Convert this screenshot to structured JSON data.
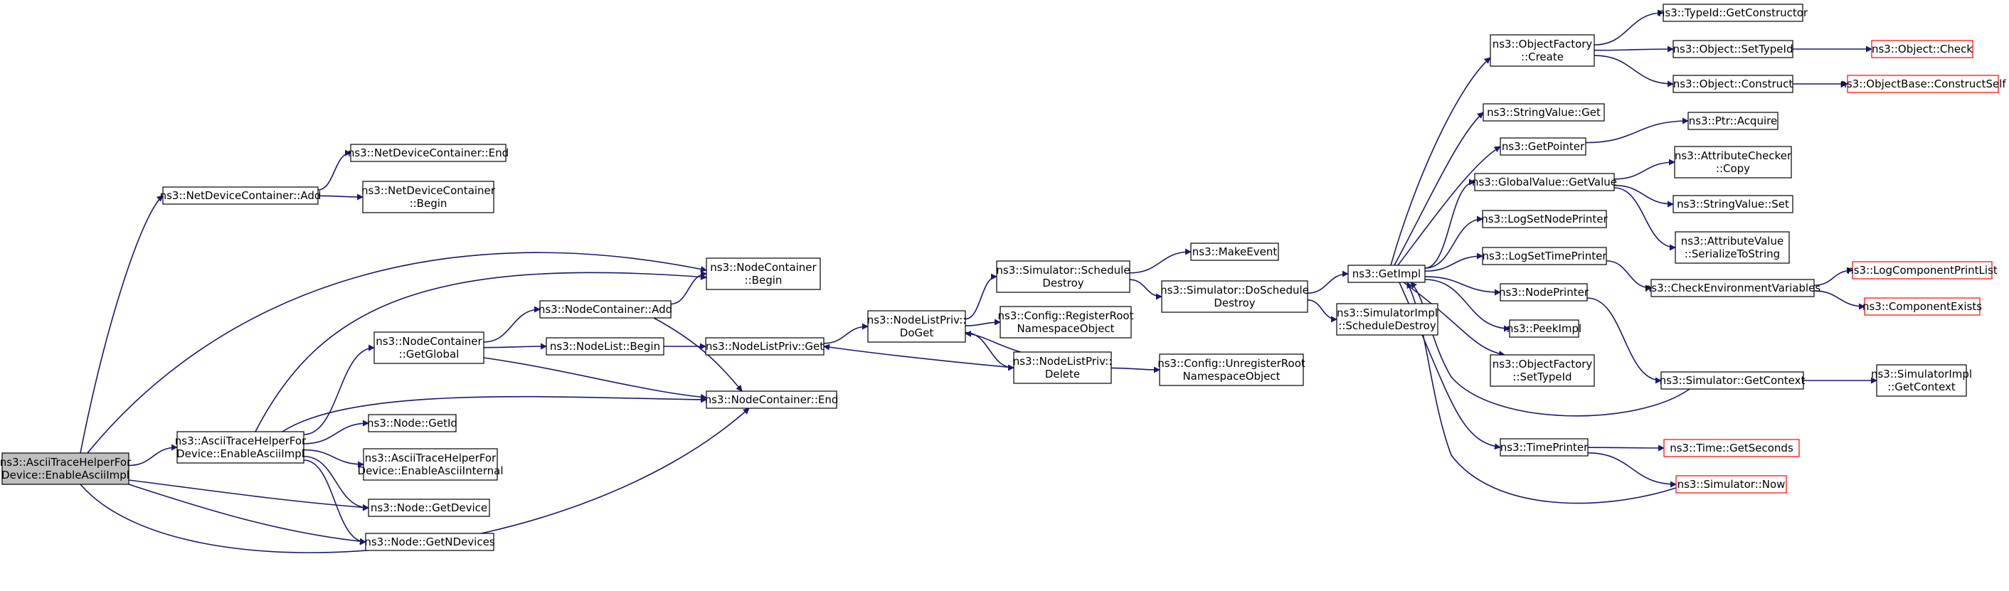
{
  "colors": {
    "edge": "#191970",
    "node_border": "#000000",
    "node_fill": "#ffffff",
    "root_fill": "#bfbfbf",
    "truncated_border": "#ff0000"
  },
  "nodes": [
    {
      "id": "root",
      "label": [
        "ns3::AsciiTraceHelperFor",
        "Device::EnableAsciiImpl"
      ],
      "root": true
    },
    {
      "id": "ndc_add",
      "label": [
        "ns3::NetDeviceContainer::Add"
      ]
    },
    {
      "id": "ndc_end",
      "label": [
        "ns3::NetDeviceContainer::End"
      ]
    },
    {
      "id": "ndc_begin",
      "label": [
        "ns3::NetDeviceContainer",
        "::Begin"
      ]
    },
    {
      "id": "nc_begin",
      "label": [
        "ns3::NodeContainer",
        "::Begin"
      ]
    },
    {
      "id": "nc_add",
      "label": [
        "ns3::NodeContainer::Add"
      ]
    },
    {
      "id": "nc_getglobal",
      "label": [
        "ns3::NodeContainer",
        "::GetGlobal"
      ]
    },
    {
      "id": "nodelist_begin",
      "label": [
        "ns3::NodeList::Begin"
      ]
    },
    {
      "id": "nlp_get",
      "label": [
        "ns3::NodeListPriv::Get"
      ]
    },
    {
      "id": "nc_end",
      "label": [
        "ns3::NodeContainer::End"
      ]
    },
    {
      "id": "ath_impl",
      "label": [
        "ns3::AsciiTraceHelperFor",
        "Device::EnableAsciiImpl"
      ]
    },
    {
      "id": "node_getid",
      "label": [
        "ns3::Node::GetId"
      ]
    },
    {
      "id": "ath_internal",
      "label": [
        "ns3::AsciiTraceHelperFor",
        "Device::EnableAsciiInternal"
      ]
    },
    {
      "id": "node_getdevice",
      "label": [
        "ns3::Node::GetDevice"
      ]
    },
    {
      "id": "node_getndevices",
      "label": [
        "ns3::Node::GetNDevices"
      ]
    },
    {
      "id": "nlp_doget",
      "label": [
        "ns3::NodeListPriv::",
        "DoGet"
      ]
    },
    {
      "id": "sim_scheddestroy",
      "label": [
        "ns3::Simulator::Schedule",
        "Destroy"
      ]
    },
    {
      "id": "cfg_register",
      "label": [
        "ns3::Config::RegisterRoot",
        "NamespaceObject"
      ]
    },
    {
      "id": "nlp_delete",
      "label": [
        "ns3::NodeListPriv::",
        "Delete"
      ]
    },
    {
      "id": "makeevent",
      "label": [
        "ns3::MakeEvent"
      ]
    },
    {
      "id": "sim_doscheddestroy",
      "label": [
        "ns3::Simulator::DoSchedule",
        "Destroy"
      ]
    },
    {
      "id": "cfg_unregister",
      "label": [
        "ns3::Config::UnregisterRoot",
        "NamespaceObject"
      ]
    },
    {
      "id": "getimpl",
      "label": [
        "ns3::GetImpl"
      ]
    },
    {
      "id": "simimpl_scheddestroy",
      "label": [
        "ns3::SimulatorImpl",
        "::ScheduleDestroy"
      ]
    },
    {
      "id": "objfactory_create",
      "label": [
        "ns3::ObjectFactory",
        "::Create"
      ]
    },
    {
      "id": "stringvalue_get",
      "label": [
        "ns3::StringValue::Get"
      ]
    },
    {
      "id": "getpointer",
      "label": [
        "ns3::GetPointer"
      ]
    },
    {
      "id": "globalvalue_getvalue",
      "label": [
        "ns3::GlobalValue::GetValue"
      ]
    },
    {
      "id": "logsetnodeprinter",
      "label": [
        "ns3::LogSetNodePrinter"
      ]
    },
    {
      "id": "logsettimeprinter",
      "label": [
        "ns3::LogSetTimePrinter"
      ]
    },
    {
      "id": "nodeprinter",
      "label": [
        "ns3::NodePrinter"
      ]
    },
    {
      "id": "peekimpl",
      "label": [
        "ns3::PeekImpl"
      ]
    },
    {
      "id": "objfactory_settypeid",
      "label": [
        "ns3::ObjectFactory",
        "::SetTypeId"
      ]
    },
    {
      "id": "timeprinter",
      "label": [
        "ns3::TimePrinter"
      ]
    },
    {
      "id": "typeid_getconstructor",
      "label": [
        "ns3::TypeId::GetConstructor"
      ]
    },
    {
      "id": "object_settypeid",
      "label": [
        "ns3::Object::SetTypeId"
      ]
    },
    {
      "id": "object_construct",
      "label": [
        "ns3::Object::Construct"
      ]
    },
    {
      "id": "ptr_acquire",
      "label": [
        "ns3::Ptr::Acquire"
      ]
    },
    {
      "id": "attrchecker_copy",
      "label": [
        "ns3::AttributeChecker",
        "::Copy"
      ]
    },
    {
      "id": "stringvalue_set",
      "label": [
        "ns3::StringValue::Set"
      ]
    },
    {
      "id": "attrvalue_serialize",
      "label": [
        "ns3::AttributeValue",
        "::SerializeToString"
      ]
    },
    {
      "id": "checkenv",
      "label": [
        "ns3::CheckEnvironmentVariables"
      ]
    },
    {
      "id": "sim_getcontext",
      "label": [
        "ns3::Simulator::GetContext"
      ]
    },
    {
      "id": "time_getseconds",
      "label": [
        "ns3::Time::GetSeconds"
      ],
      "truncated": true
    },
    {
      "id": "sim_now",
      "label": [
        "ns3::Simulator::Now"
      ],
      "truncated": true
    },
    {
      "id": "object_check",
      "label": [
        "ns3::Object::Check"
      ],
      "truncated": true
    },
    {
      "id": "objectbase_constructself",
      "label": [
        "ns3::ObjectBase::ConstructSelf"
      ],
      "truncated": true
    },
    {
      "id": "logcomponentprintlist",
      "label": [
        "ns3::LogComponentPrintList"
      ],
      "truncated": true
    },
    {
      "id": "componentexists",
      "label": [
        "ns3::ComponentExists"
      ],
      "truncated": true
    },
    {
      "id": "simimpl_getcontext",
      "label": [
        "ns3::SimulatorImpl",
        "::GetContext"
      ]
    }
  ],
  "edges": [
    [
      "root",
      "ndc_add"
    ],
    [
      "root",
      "nc_begin"
    ],
    [
      "root",
      "ath_impl"
    ],
    [
      "root",
      "nc_end"
    ],
    [
      "root",
      "node_getdevice"
    ],
    [
      "root",
      "node_getndevices"
    ],
    [
      "ndc_add",
      "ndc_end"
    ],
    [
      "ndc_add",
      "ndc_begin"
    ],
    [
      "ath_impl",
      "nc_begin"
    ],
    [
      "ath_impl",
      "nc_getglobal"
    ],
    [
      "ath_impl",
      "nc_end"
    ],
    [
      "ath_impl",
      "node_getid"
    ],
    [
      "ath_impl",
      "ath_internal"
    ],
    [
      "ath_impl",
      "node_getdevice"
    ],
    [
      "ath_impl",
      "node_getndevices"
    ],
    [
      "nc_getglobal",
      "nc_add"
    ],
    [
      "nc_getglobal",
      "nodelist_begin"
    ],
    [
      "nc_getglobal",
      "nc_end"
    ],
    [
      "nc_add",
      "nc_begin"
    ],
    [
      "nc_add",
      "nc_end"
    ],
    [
      "nodelist_begin",
      "nlp_get"
    ],
    [
      "nlp_get",
      "nlp_doget"
    ],
    [
      "nlp_doget",
      "sim_scheddestroy"
    ],
    [
      "nlp_doget",
      "cfg_register"
    ],
    [
      "nlp_doget",
      "nlp_delete"
    ],
    [
      "nlp_delete",
      "nlp_get"
    ],
    [
      "nlp_delete",
      "nlp_doget"
    ],
    [
      "nlp_delete",
      "cfg_unregister"
    ],
    [
      "sim_scheddestroy",
      "makeevent"
    ],
    [
      "sim_scheddestroy",
      "sim_doscheddestroy"
    ],
    [
      "sim_doscheddestroy",
      "getimpl"
    ],
    [
      "sim_doscheddestroy",
      "simimpl_scheddestroy"
    ],
    [
      "getimpl",
      "objfactory_create"
    ],
    [
      "getimpl",
      "stringvalue_get"
    ],
    [
      "getimpl",
      "getpointer"
    ],
    [
      "getimpl",
      "globalvalue_getvalue"
    ],
    [
      "getimpl",
      "logsetnodeprinter"
    ],
    [
      "getimpl",
      "logsettimeprinter"
    ],
    [
      "getimpl",
      "nodeprinter"
    ],
    [
      "getimpl",
      "peekimpl"
    ],
    [
      "getimpl",
      "objfactory_settypeid"
    ],
    [
      "getimpl",
      "timeprinter"
    ],
    [
      "objfactory_create",
      "typeid_getconstructor"
    ],
    [
      "objfactory_create",
      "object_settypeid"
    ],
    [
      "objfactory_create",
      "object_construct"
    ],
    [
      "object_settypeid",
      "object_check"
    ],
    [
      "object_construct",
      "objectbase_constructself"
    ],
    [
      "getpointer",
      "ptr_acquire"
    ],
    [
      "globalvalue_getvalue",
      "attrchecker_copy"
    ],
    [
      "globalvalue_getvalue",
      "stringvalue_set"
    ],
    [
      "globalvalue_getvalue",
      "attrvalue_serialize"
    ],
    [
      "logsettimeprinter",
      "checkenv"
    ],
    [
      "checkenv",
      "logcomponentprintlist"
    ],
    [
      "checkenv",
      "componentexists"
    ],
    [
      "nodeprinter",
      "sim_getcontext"
    ],
    [
      "sim_getcontext",
      "getimpl"
    ],
    [
      "sim_getcontext",
      "simimpl_getcontext"
    ],
    [
      "timeprinter",
      "time_getseconds"
    ],
    [
      "timeprinter",
      "sim_now"
    ],
    [
      "sim_now",
      "getimpl"
    ]
  ]
}
